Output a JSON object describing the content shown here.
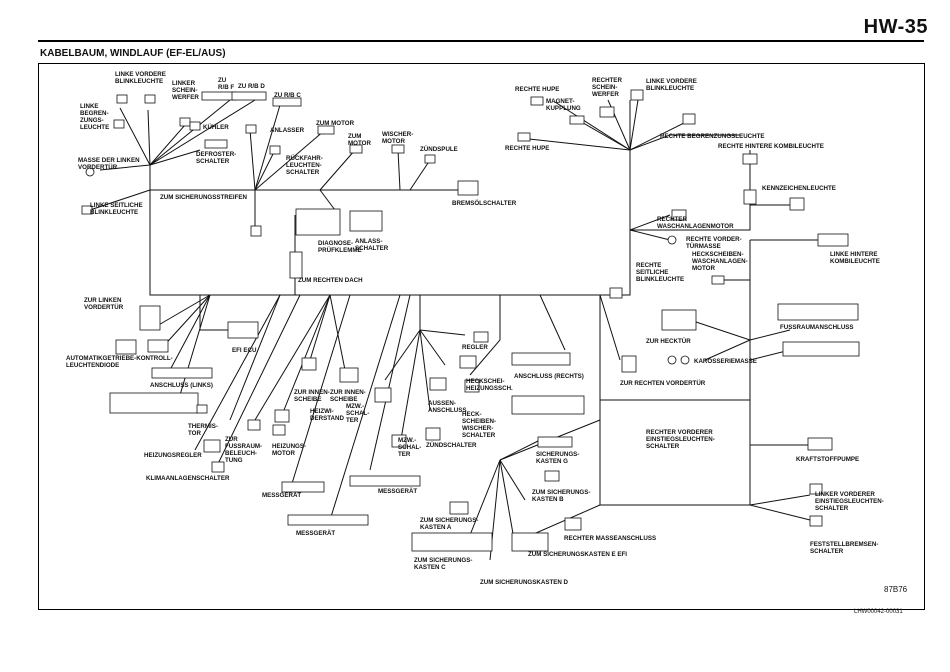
{
  "header": {
    "page_number": "HW-35",
    "title": "KABELBAUM, WINDLAUF (EF-EL/AUS)"
  },
  "footer": {
    "figure_number": "87B76",
    "document_code": "LHW00042-00031"
  },
  "labels": {
    "linke_vordere_blinkleuchte_l": "LINKE   VORDERE\nBLINKLEUCHTE",
    "linke_scheinwerfer": "LINKER\nSCHEIN-\nWERFER",
    "zu_rb_f": "ZU\nR/B F",
    "zu_rb_d": "ZU R/B D",
    "zu_rb_c": "ZU R/B C",
    "linke_begrenzungsleuchte": "LINKE\nBEGREN-\nZUNGS-\nLEUCHTE",
    "kuehler": "KÜHLER",
    "anlasser": "ANLASSER",
    "zum_motor_1": "ZUM MOTOR",
    "zum_motor_2": "ZUM\nMOTOR",
    "wischermotor": "WISCHER-\nMOTOR",
    "zuendspule": "ZÜNDSPULE",
    "defroster": "DEFROSTER-\nSCHALTER",
    "masse_vordertuer": "MASSE DER LINKEN\nVORDERTÜR",
    "rueckfahr": "RÜCKFAHR-\nLEUCHTEN-\nSCHALTER",
    "linke_seitliche": "LINKE  SEITLICHE\nBLINKLEUCHTE",
    "sicherungsstreifen": "ZUM SICHERUNGSSTREIFEN",
    "bremsoel": "BREMSÖLSCHALTER",
    "diagnose": "DIAGNOSE-\nPRÜFKLEMME",
    "anlassschalter": "ANLASS-\nSCHALTER",
    "rechten_dach": "ZUM RECHTEN DACH",
    "linken_vordertuer": "ZUR LINKEN\nVORDERTÜR",
    "efi_ecu": "EFI ECU",
    "automatik": "AUTOMATIKGETRIEBE-KONTROLL-\nLEUCHTENDIODE",
    "anschluss_links": "ANSCHLUSS (LINKS)",
    "zur_innen_1": "ZUR INNEN-\nSCHEIBE",
    "zur_innen_2": "ZUR INNEN-\nSCHEIBE",
    "heizwiderstand": "HEIZWI-\nDERSTAND",
    "thermistor": "THERMIS-\nTOR",
    "fussraum": "ZUR\nFUSSRAUM-\nBELEUCH-\nTUNG",
    "heizungsmotor": "HEIZUNGS-\nMOTOR",
    "heizungsregler": "HEIZUNGSREGLER",
    "klimaanlage": "KLIMAANLAGENSCHALTER",
    "messgeraet_1": "MESSGERÄT",
    "messgeraet_2": "MESSGERÄT",
    "messgeraet_3": "MESSGERÄT",
    "mzw_1": "MZW.-\nSCHAL-\nTER",
    "mzw_2": "MZW.-\nSCHAL-\nTER",
    "aussen": "AUSSEN-\nANSCHLUSS",
    "heck_heiz": "HECK-\nSCHEIBEN-\nWISCHER-\nSCHALTER",
    "heckscheiben_heizung": "HECKSCHEI-\nHEIZUNGSSCH.",
    "regler": "REGLER",
    "zuendschalter": "ZÜNDSCHALTER",
    "rechte_hupe_1": "RECHTE HUPE",
    "rechte_hupe_2": "RECHTE HUPE",
    "magnetkupplung": "MAGNET-\nKUPPLUNG",
    "rechte_scheinwerfer": "RECHTER\nSCHEIN-\nWERFER",
    "linke_vordere_blinkleuchte_r": "LINKE  VORDERE\nBLINKLEUCHTE",
    "rechte_begrenzung": "RECHTE BEGRENZUNGSLEUCHTE",
    "rechte_hintere_kombi": "RECHTE HINTERE KOMBILEUCHTE",
    "kennzeichen": "KENNZEICHENLEUCHTE",
    "rechter_waschanlagen": "RECHTER\nWASCHANLAGENMOTOR",
    "rechte_vordertuermasse": "RECHTE  VORDER-\nTÜRMASSE",
    "heckscheiben_wasch": "HECKSCHEIBEN-\nWASCHANLAGEN-\nMOTOR",
    "rechte_seitliche": "RECHTE\nSEITLICHE\nBLINKLEUCHTE",
    "linke_hintere_kombi": "LINKE  HINTERE\nKOMBILEUCHTE",
    "fussraumanschluss": "FUSSRAUMANSCHLUSS",
    "zur_hecktuer": "ZUR HECKTÜR",
    "karosseriemasse": "KAROSSERIEMASSE",
    "anschluss_rechts": "ANSCHLUSS (RECHTS)",
    "rechten_vordertuer": "ZUR RECHTEN VORDERTÜR",
    "rechter_einstieg": "RECHTER  VORDERER\nEINSTIEGSLEUCHTEN-\nSCHALTER",
    "kraftstoffpumpe": "KRAFTSTOFFPUMPE",
    "linker_einstieg": "LINKER VORDERER\nEINSTIEGSLEUCHTEN-\nSCHALTER",
    "feststellbremse": "FESTSTELLBREMSEN-\nSCHALTER",
    "sicherungskasten_g": "SICHERUNGS-\nKASTEN G",
    "sicherungskasten_b": "ZUM SICHERUNGS-\nKASTEN B",
    "sicherungskasten_a": "ZUM SICHERUNGS-\nKASTEN A",
    "sicherungskasten_c": "ZUM SICHERUNGS-\nKASTEN C",
    "sicherungskasten_d": "ZUM SICHERUNGSKASTEN D",
    "sicherungskasten_e": "ZUM SICHERUNGSKASTEN E EFI",
    "rechter_masse": "RECHTER MASSEANSCHLUSS"
  }
}
